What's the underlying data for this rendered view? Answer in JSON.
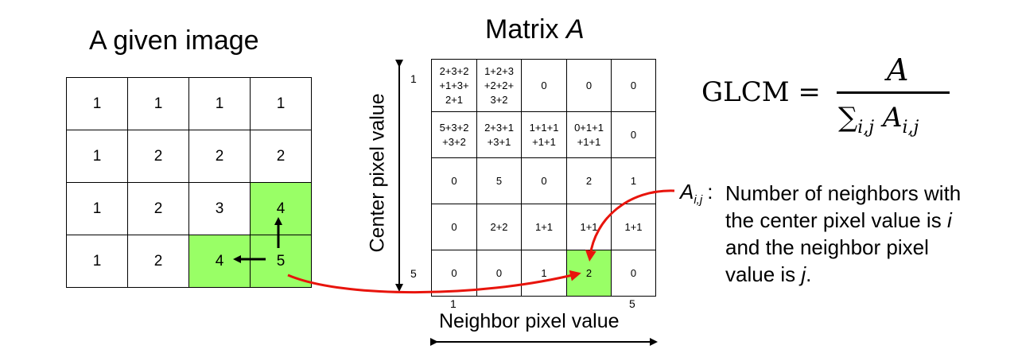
{
  "image_title": "A given image",
  "matrix_title": {
    "prefix": "Matrix ",
    "var": "A"
  },
  "image_grid": [
    [
      "1",
      "1",
      "1",
      "1"
    ],
    [
      "1",
      "2",
      "2",
      "2"
    ],
    [
      "1",
      "2",
      "3",
      "4"
    ],
    [
      "1",
      "2",
      "4",
      "5"
    ]
  ],
  "image_highlight": [
    [
      2,
      3
    ],
    [
      3,
      2
    ],
    [
      3,
      3
    ]
  ],
  "matrix_grid": [
    [
      "2+3+2\n+1+3+\n2+1",
      "1+2+3\n+2+2+\n3+2",
      "0",
      "0",
      "0"
    ],
    [
      "5+3+2\n+3+2",
      "2+3+1\n+3+1",
      "1+1+1\n+1+1",
      "0+1+1\n+1+1",
      "0"
    ],
    [
      "0",
      "5",
      "0",
      "2",
      "1"
    ],
    [
      "0",
      "2+2",
      "1+1",
      "1+1",
      "1+1"
    ],
    [
      "0",
      "0",
      "1",
      "2",
      "0"
    ]
  ],
  "matrix_highlight": [
    [
      4,
      3
    ]
  ],
  "ylabel": "Center pixel value",
  "xlabel": "Neighbor pixel value",
  "y_tick_top": "1",
  "y_tick_bottom": "5",
  "x_tick_left": "1",
  "x_tick_right": "5",
  "formula": {
    "lhs": "GLCM",
    "eq": "=",
    "numerator": "A",
    "denominator_sum": "∑",
    "denominator_sub": "i,j",
    "denominator_var": "A",
    "denominator_var_sub": "i,j"
  },
  "legend": {
    "symbol": "A",
    "symbol_sub": "i,j",
    "colon": ":",
    "line1": "Number of neighbors with",
    "line2_pre": "the center pixel value is ",
    "line2_var": "i",
    "line3": "and the neighbor pixel",
    "line4_pre": "value is ",
    "line4_var": "j",
    "line4_post": "."
  },
  "colors": {
    "highlight": "#99ff66",
    "arrow_red": "#e8140c",
    "line": "#000000"
  }
}
